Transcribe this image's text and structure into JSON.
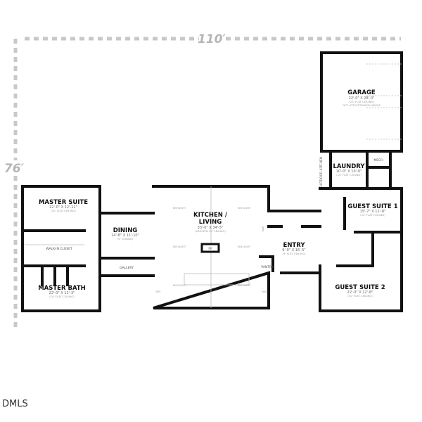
{
  "dimensions": {
    "width": "110′",
    "depth": "76′"
  },
  "rooms": {
    "garage": {
      "name": "GARAGE",
      "size": "22'-0\" X 28'-0\"",
      "ceiling": "(10' FLAT CEILING)",
      "note": "OPT. ATTIC/STORAGE ABOVE"
    },
    "laundry": {
      "name": "LAUNDRY",
      "size": "10'-0\" X 10'-0\"",
      "ceiling": "(10' FLAT CEILING)"
    },
    "mech": {
      "name": "MECH"
    },
    "outdoor_kitchen": {
      "name": "OUTDOOR KITCHEN"
    },
    "master_suite": {
      "name": "MASTER SUITE",
      "size": "22'-0\" X 12'-11\"",
      "ceiling": "(10' FLAT CEILING)"
    },
    "walk_in_closet": {
      "name": "WALK-IN CLOSET"
    },
    "master_bath": {
      "name": "MASTER BATH",
      "size": "22'-0\" X 12'-3\"",
      "ceiling": "(10' FLAT CEILING)"
    },
    "dining": {
      "name": "DINING",
      "size": "14'-8\" X 11'-10\"",
      "ceiling": "(9' CEILING)"
    },
    "gallery": {
      "name": "GALLERY"
    },
    "kitchen_living": {
      "name_line1": "KITCHEN /",
      "name_line2": "LIVING",
      "size": "33'-0\" X 34'-5\"",
      "ceiling": "(VAULTED 22' CEILING)",
      "fireplace": "FP",
      "skylight": "SKYLIGHT",
      "ref": "REF",
      "pantry": "PANTRY",
      "bar": "BAR",
      "fwd": "FWD"
    },
    "entry": {
      "name": "ENTRY",
      "size": "9'-0\" X 16'-5\"",
      "ceiling": "(9' FLAT CEILING)"
    },
    "guest_suite_1": {
      "name": "GUEST SUITE 1",
      "size": "15'-7\" X 12'-8\"",
      "ceiling": "(10' FLAT CEILING)"
    },
    "guest_suite_2": {
      "name": "GUEST SUITE 2",
      "size": "22'-0\" X 12'-8\"",
      "ceiling": "(10' FLAT CEILING)"
    }
  },
  "watermark": "DMLS"
}
